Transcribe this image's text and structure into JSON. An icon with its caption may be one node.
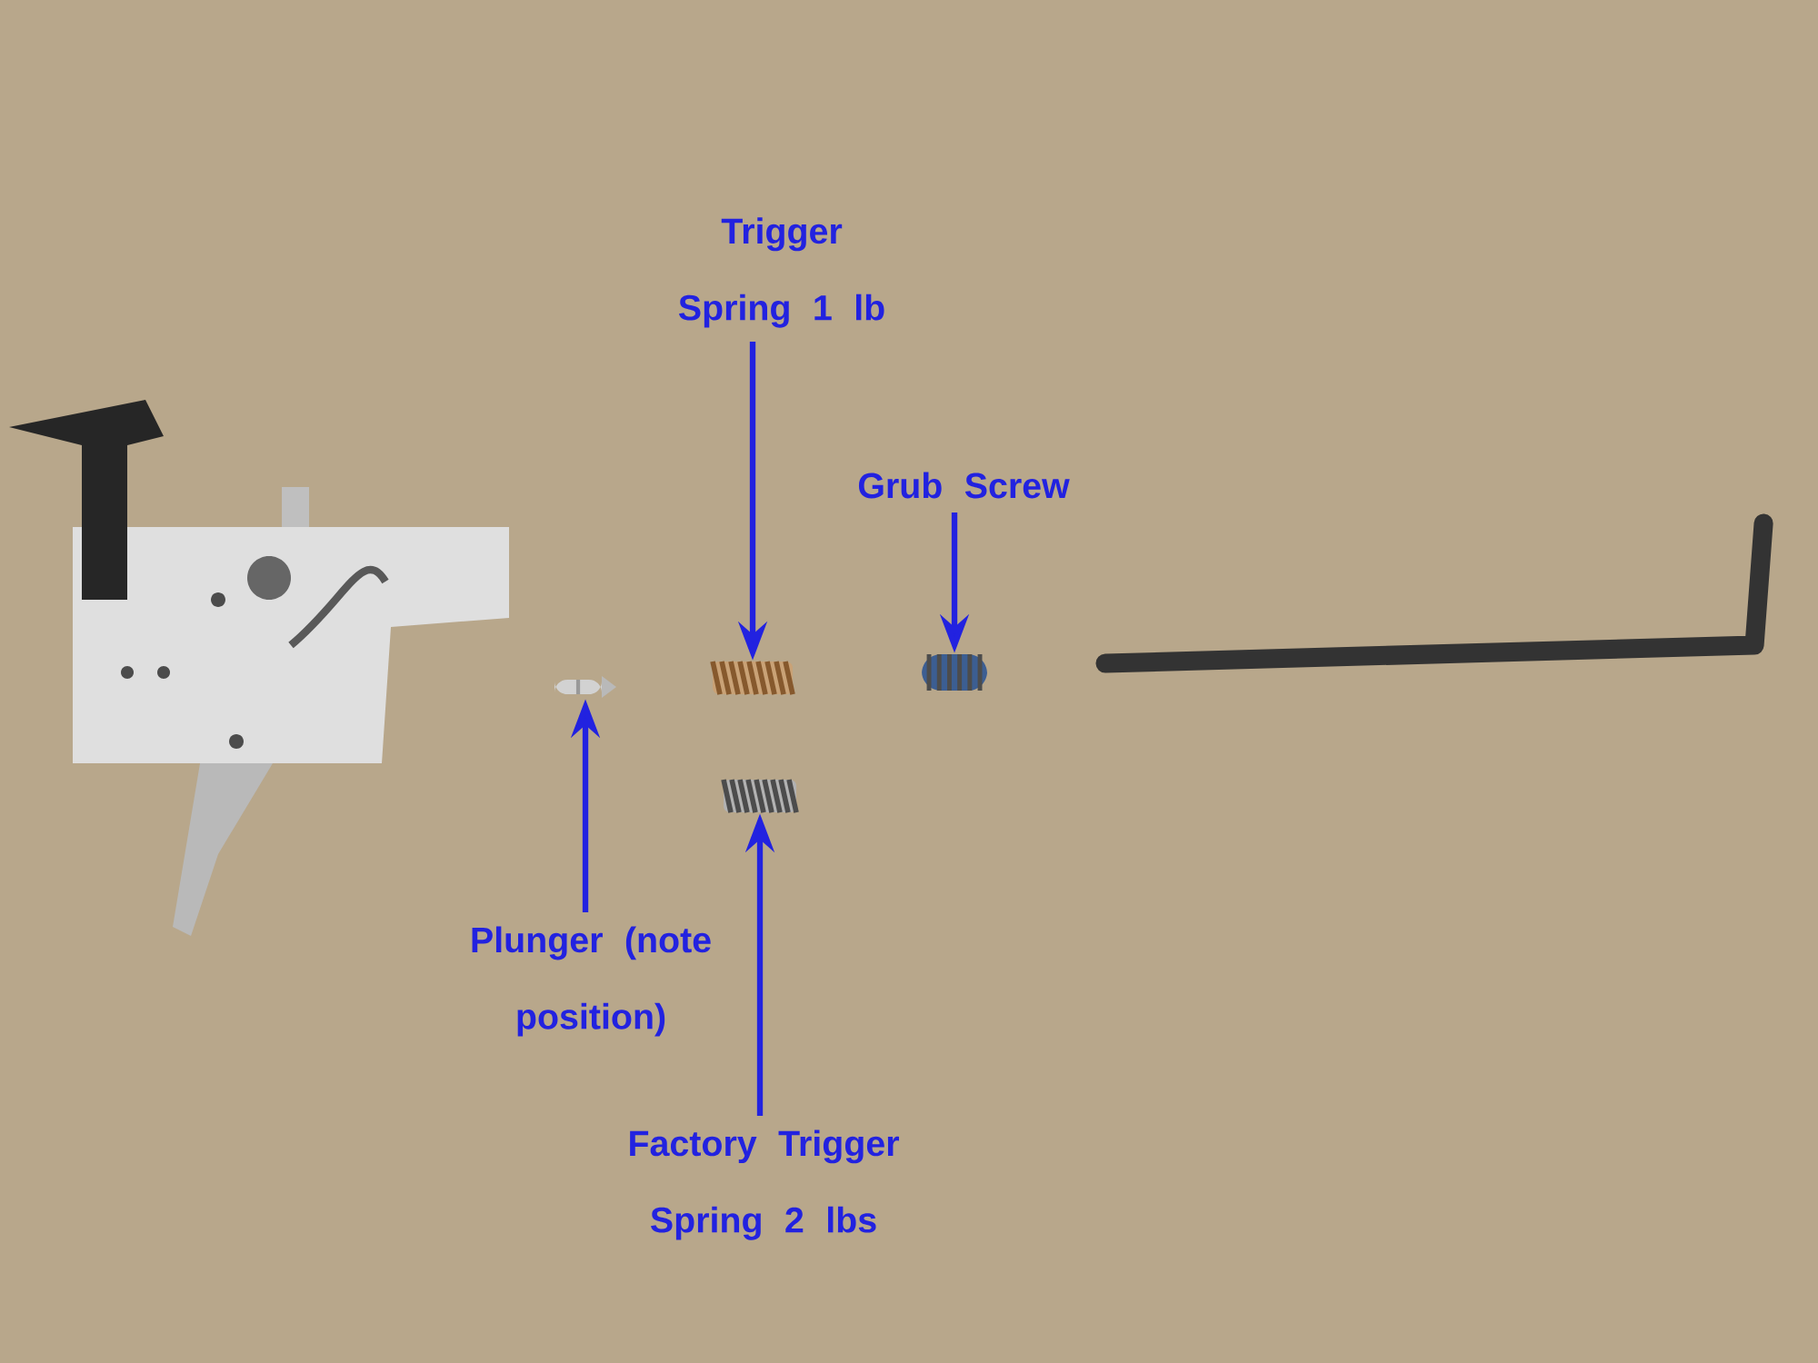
{
  "diagram": {
    "nodes": [
      {
        "text": [
          "Trigger Spring 1 lb"
        ]
      },
      {
        "text": [
          "Grub Screw"
        ]
      },
      {
        "text": [
          "Plunger (note position)"
        ]
      },
      {
        "text": [
          "Factory Trigger Spring 2 lbs"
        ]
      },
      {
        "text": [],
        "shape": "picture"
      },
      {
        "text": [],
        "shape": "picture"
      },
      {
        "text": [],
        "shape": "picture"
      },
      {
        "text": [],
        "shape": "picture"
      }
    ],
    "edges": [
      {
        "from": 0,
        "to": 4,
        "arrow": "to"
      },
      {
        "from": 1,
        "to": 5,
        "arrow": "to"
      },
      {
        "from": 2,
        "to": 6,
        "arrow": "to"
      },
      {
        "from": 3,
        "to": 7,
        "arrow": "to"
      }
    ]
  }
}
